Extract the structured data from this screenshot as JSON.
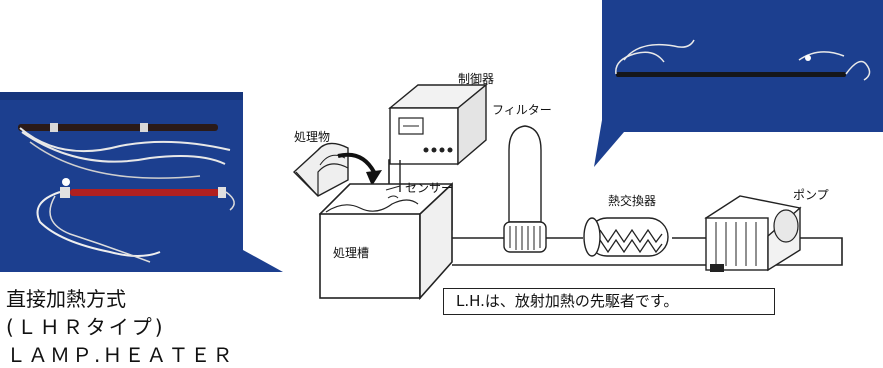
{
  "labels": {
    "controller": "制御器",
    "workpiece": "処理物",
    "filter": "フィルター",
    "sensor": "センサー",
    "heat_exchanger": "熱交換器",
    "pump": "ポンプ",
    "tank": "処理槽"
  },
  "callout": "L.H.は、放射加熱の先駆者です。",
  "caption": {
    "line1": "直接加熱方式",
    "line2": "(ＬＨＲタイプ)",
    "line3": "ＬＡＭＰ.ＨＥＡＴＥＲ"
  },
  "colors": {
    "panel_blue": "#1c3f8f",
    "panel_dark": "#0f2560",
    "heater_red": "#b02020"
  }
}
